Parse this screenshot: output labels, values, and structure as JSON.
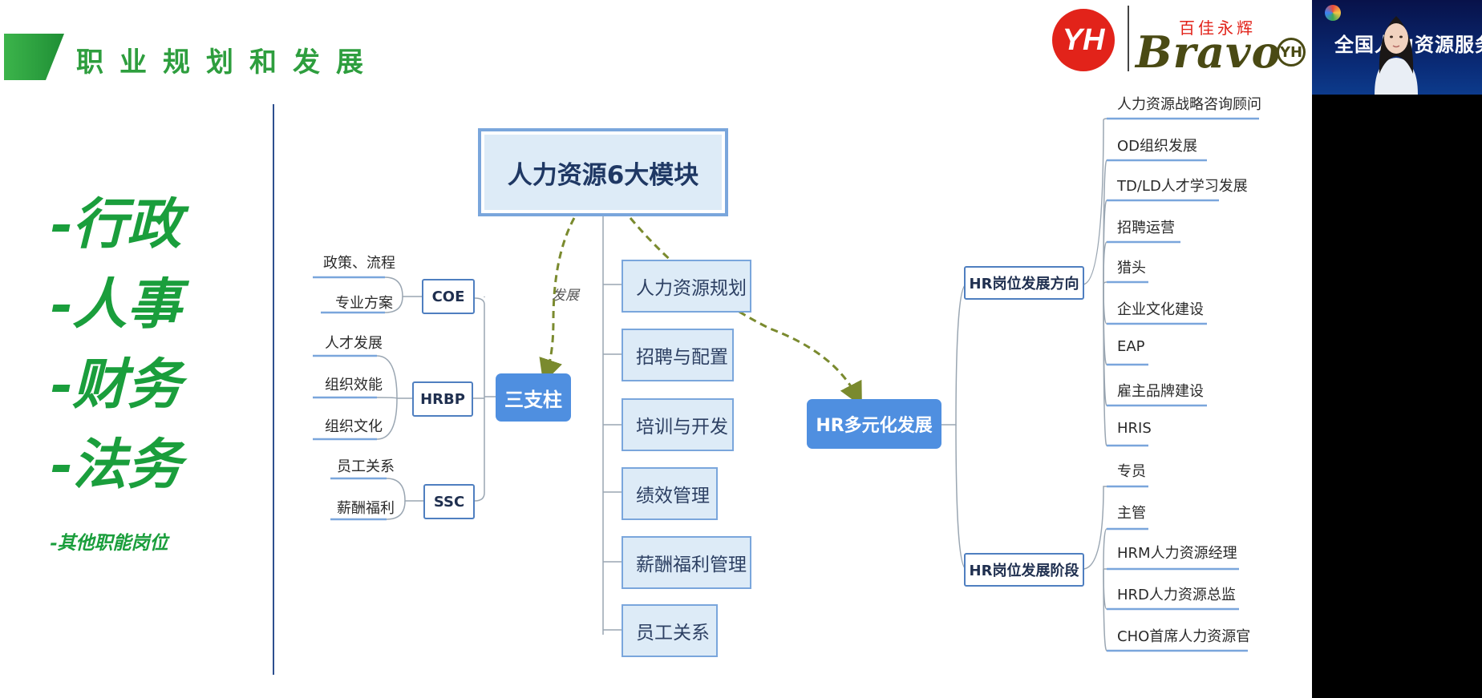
{
  "title": "职业规划和发展",
  "logo": {
    "yh": "YH",
    "cn": "百佳永辉",
    "en": "Bravo",
    "yh_small": "YH"
  },
  "functions": [
    "-行政",
    "-人事",
    "-财务",
    "-法务"
  ],
  "function_other": "-其他职能岗位",
  "root": "人力资源6大模块",
  "dev_label": "发展",
  "pillar": "三支柱",
  "pillars": [
    {
      "name": "COE",
      "leaves": [
        "政策、流程",
        "专业方案"
      ]
    },
    {
      "name": "HRBP",
      "leaves": [
        "人才发展",
        "组织效能",
        "组织文化"
      ]
    },
    {
      "name": "SSC",
      "leaves": [
        "员工关系",
        "薪酬福利"
      ]
    }
  ],
  "modules": [
    "人力资源规划",
    "招聘与配置",
    "培训与开发",
    "绩效管理",
    "薪酬福利管理",
    "员工关系"
  ],
  "diversify": "HR多元化发展",
  "direction": {
    "name": "HR岗位发展方向",
    "items": [
      "人力资源战略咨询顾问",
      "OD组织发展",
      "TD/LD人才学习发展",
      "招聘运营",
      "猎头",
      "企业文化建设",
      "EAP",
      "雇主品牌建设",
      "HRIS"
    ]
  },
  "stage": {
    "name": "HR岗位发展阶段",
    "items": [
      "专员",
      "主管",
      "HRM人力资源经理",
      "HRD人力资源总监",
      "CHO首席人力资源官"
    ]
  },
  "video": {
    "banner": "全国人力资源服务所联盟"
  },
  "colors": {
    "accent_green": "#1a9e3c",
    "box_blue": "#4f8fe0",
    "line_blue": "#7aa6dc",
    "arrow_olive": "#7a8a2e"
  }
}
